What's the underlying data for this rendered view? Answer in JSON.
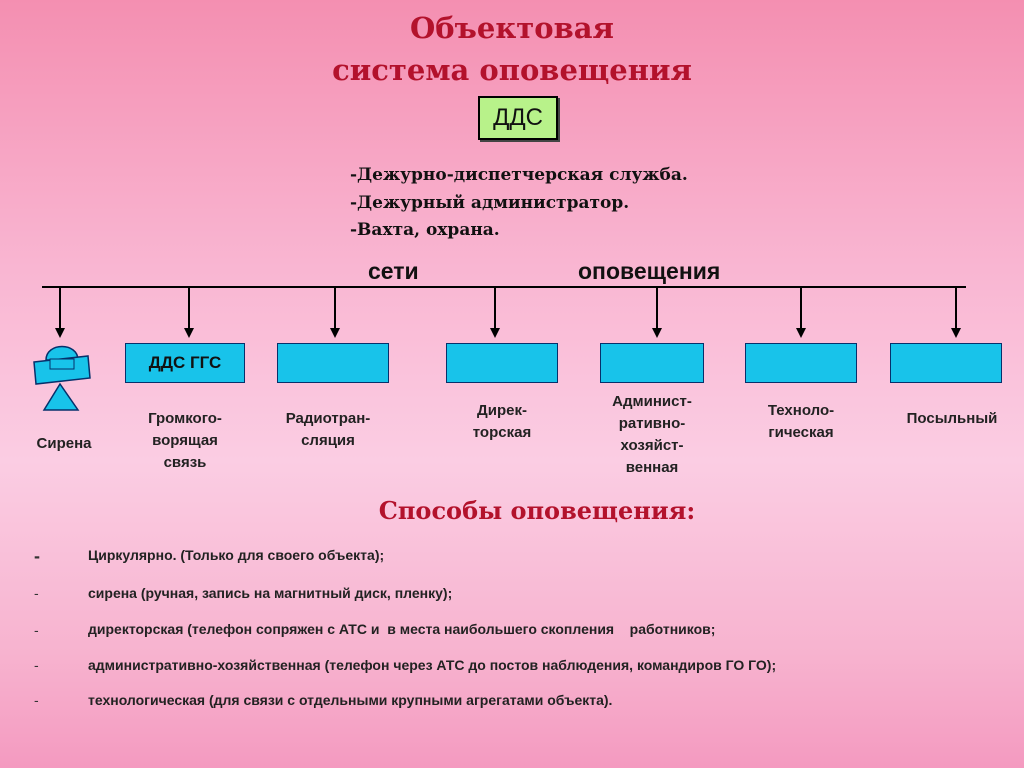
{
  "header": {
    "title_line1": "Объектовая",
    "title_line2": "система оповещения",
    "top_node": "ДДС"
  },
  "roles": [
    "-Дежурно-диспетчерская служба.",
    "-Дежурный администратор.",
    "-Вахта, охрана."
  ],
  "network_label": {
    "left": "сети",
    "right": "оповещения"
  },
  "nodes": [
    {
      "box_text": "",
      "label_lines": [
        "Сирена"
      ]
    },
    {
      "box_text": "ДДС ГГС",
      "label_lines": [
        "Громкого-",
        "ворящая",
        "связь"
      ]
    },
    {
      "box_text": "",
      "label_lines": [
        "Радиотран-",
        "сляция"
      ]
    },
    {
      "box_text": "",
      "label_lines": [
        "Дирек-",
        "торская"
      ]
    },
    {
      "box_text": "",
      "label_lines": [
        "Админист-",
        "ративно-",
        "хозяйст-",
        "венная"
      ]
    },
    {
      "box_text": "",
      "label_lines": [
        "Техноло-",
        "гическая"
      ]
    },
    {
      "box_text": "",
      "label_lines": [
        "Посыльный"
      ]
    }
  ],
  "methods": {
    "title": "Способы оповещения:",
    "items": [
      {
        "bullet": "-",
        "text": "Циркулярно. (Только для своего объекта);"
      },
      {
        "bullet": "-",
        "text": "сирена (ручная, запись на магнитный диск, пленку);"
      },
      {
        "bullet": "-",
        "text": "директорская (телефон сопряжен с АТС и  в места наибольшего скопления    работников;"
      },
      {
        "bullet": "-",
        "text": "административно-хозяйственная (телефон через АТС до постов наблюдения, командиров ГО ГО);"
      },
      {
        "bullet": "-",
        "text": "технологическая (для связи с отдельными крупными агрегатами объекта)."
      }
    ]
  },
  "colors": {
    "title": "#b3122c",
    "top_box": "#b8f28a",
    "node_box": "#18c3ea",
    "siren": "#18c3ea"
  }
}
